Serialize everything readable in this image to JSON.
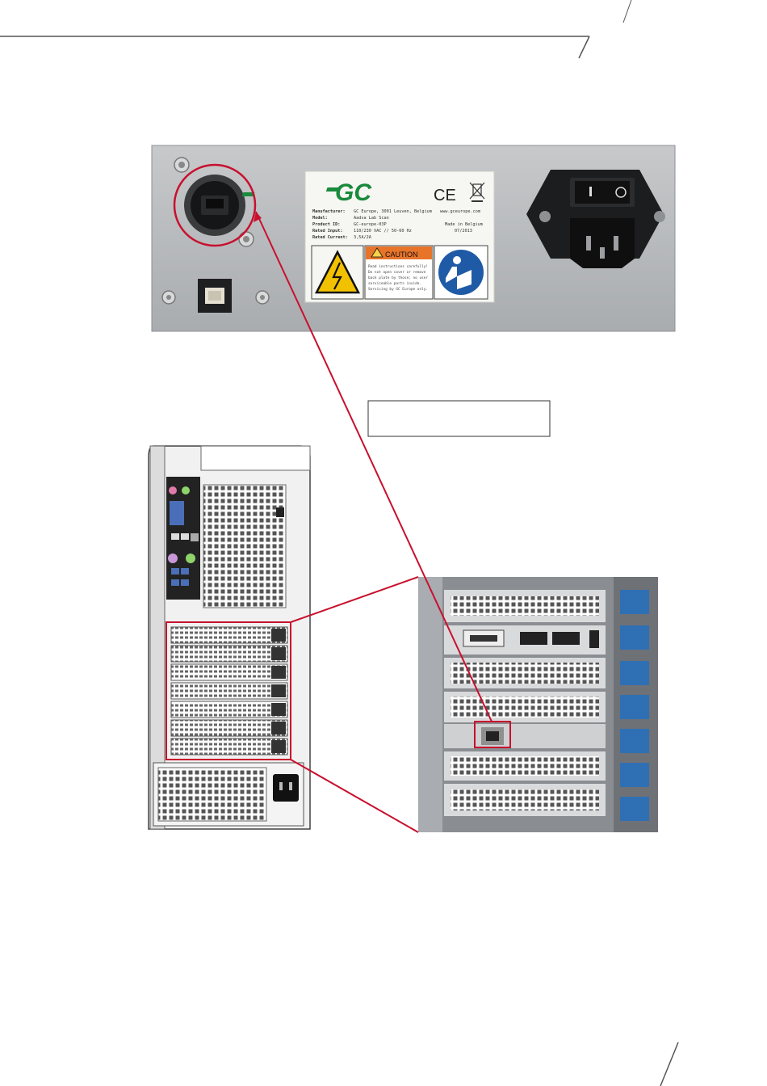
{
  "colors": {
    "accent_red": "#c8102e",
    "panel_metal": "#b9bcbf",
    "gc_green": "#1a8a3c",
    "caution_orange": "#e8742a",
    "connector_blue": "#2f6fb3"
  },
  "label_plate": {
    "logo": "GC",
    "ce_mark": "CE",
    "rows": [
      {
        "key": "Manufacturer:",
        "value": "GC Europe, 3001 Leuven, Belgium"
      },
      {
        "key": "Model:",
        "value": "Aadva Lab Scan"
      },
      {
        "key": "Product ID:",
        "value": "GC-europe-03P"
      },
      {
        "key": "Rated Input:",
        "value": "110/230 VAC // 50-60 Hz"
      },
      {
        "key": "Rated Current:",
        "value": "3,5A/2A"
      }
    ],
    "website": "www.gceurope.com",
    "made_in": "Made in Belgium",
    "date": "07/2013",
    "caution_title": "CAUTION",
    "caution_lines": [
      "Read instructions carefully!",
      "Do not open cover or remove",
      "back plate by those; no user",
      "serviceable parts inside.",
      "Servicing by GC Europe only."
    ]
  },
  "icons": {
    "hazard": "high-voltage-warning-icon",
    "manual": "read-manual-icon",
    "weee": "crossed-bin-icon"
  },
  "callout_box": {
    "text": ""
  }
}
